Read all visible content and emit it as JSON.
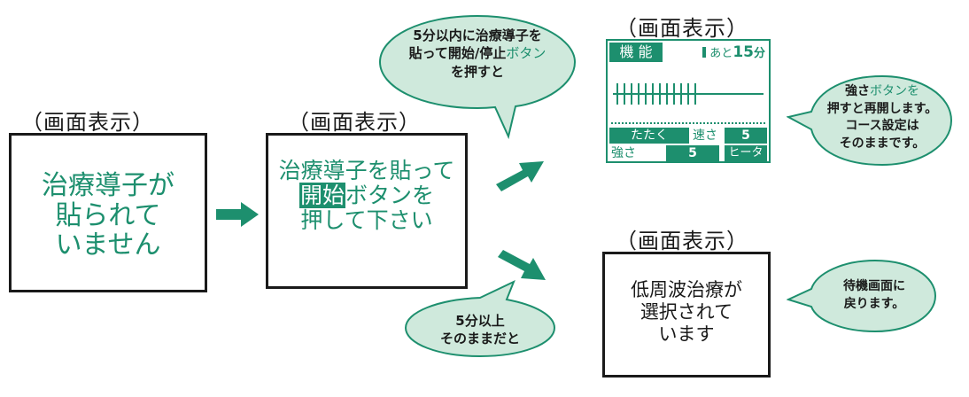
{
  "labels": {
    "screen1": "（画面表示）",
    "screen2": "（画面表示）",
    "screen3": "（画面表示）",
    "screen4": "（画面表示）"
  },
  "screen1": {
    "line1": "治療導子が",
    "line2": "貼られて",
    "line3": "いません"
  },
  "screen2": {
    "line1": "治療導子を貼って",
    "line2_highlight": "開始",
    "line2_rest": "ボタンを",
    "line3": "押して下さい"
  },
  "screen3": {
    "mode_label": "機 能",
    "timer_prefix": "あと",
    "timer_value": "15",
    "timer_unit": "分",
    "course": "たたく",
    "speed_label": "速さ",
    "speed_value": "5",
    "strength_label": "強さ",
    "strength_value": "5",
    "heater": "ヒータ",
    "bar_count": 12
  },
  "screen4": {
    "line1": "低周波治療が",
    "line2": "選択されて",
    "line3": "います"
  },
  "bubbles": {
    "top_line1": "5分以内に治療導子を",
    "top_line2_a": "貼って開始/停止",
    "top_line2_b": "ボタン",
    "top_line3": "を押すと",
    "bottom_line1": "5分以上",
    "bottom_line2": "そのままだと",
    "right_top_line1_a": "強さ",
    "right_top_line1_b": "ボタンを",
    "right_top_line2": "押すと再開します。",
    "right_top_line3": "コース設定は",
    "right_top_line4": "そのままです。",
    "right_bottom_line1": "待機画面に",
    "right_bottom_line2": "戻ります。"
  },
  "colors": {
    "accent": "#1d8f6e",
    "bubble_fill": "#cfe9dc",
    "bubble_stroke": "#1d8f6e",
    "text_dark": "#1a1a1a"
  }
}
